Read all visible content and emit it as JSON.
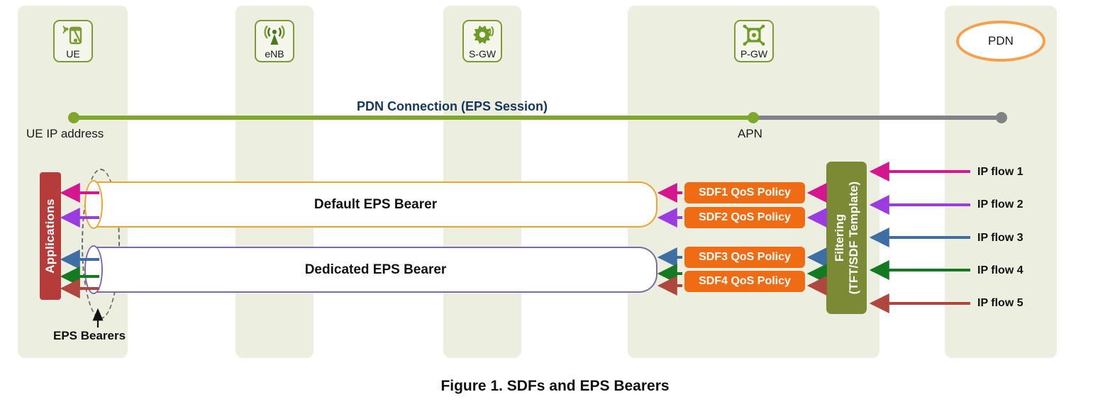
{
  "figure": {
    "caption": "Figure 1. SDFs and EPS Bearers"
  },
  "nodes": [
    {
      "label": "UE",
      "icon": "mobile-device-icon"
    },
    {
      "label": "eNB",
      "icon": "antenna-tower-icon"
    },
    {
      "label": "S-GW",
      "icon": "gear-wireless-icon"
    },
    {
      "label": "P-GW",
      "icon": "gateway-node-icon"
    }
  ],
  "pdn": {
    "label": "PDN"
  },
  "connection": {
    "label": "PDN Connection (EPS Session)",
    "left_endpoint": "UE IP address",
    "right_endpoint": "APN",
    "green_color": "#7fa72b",
    "gray_color": "#808285"
  },
  "applications": {
    "label": "Applications",
    "color": "#b63b3b"
  },
  "bearers": [
    {
      "label": "Default EPS Bearer",
      "color": "#f0a52a"
    },
    {
      "label": "Dedicated EPS Bearer",
      "color": "#8068ad"
    }
  ],
  "eps_bearers_annotation": {
    "label": "EPS Bearers"
  },
  "sdf_policies": [
    {
      "label": "SDF1 QoS Policy"
    },
    {
      "label": "SDF2 QoS Policy"
    },
    {
      "label": "SDF3 QoS Policy"
    },
    {
      "label": "SDF4 QoS Policy"
    }
  ],
  "filtering": {
    "line1": "Filtering",
    "line2": "(TFT/SDF Template)",
    "color": "#7c8a35"
  },
  "ip_flows": [
    {
      "label": "IP flow 1",
      "color": "#d4178f"
    },
    {
      "label": "IP flow 2",
      "color": "#9a3ce0"
    },
    {
      "label": "IP flow 3",
      "color": "#3d6fa5"
    },
    {
      "label": "IP flow 4",
      "color": "#137a21"
    },
    {
      "label": "IP flow 5",
      "color": "#b0473f"
    }
  ],
  "colors": {
    "panel": "#eceee0",
    "node_border": "#7d9b33",
    "sdf": "#ef6c15",
    "pdn_oval": "#f6a04a",
    "connection_label": "#16365c"
  }
}
